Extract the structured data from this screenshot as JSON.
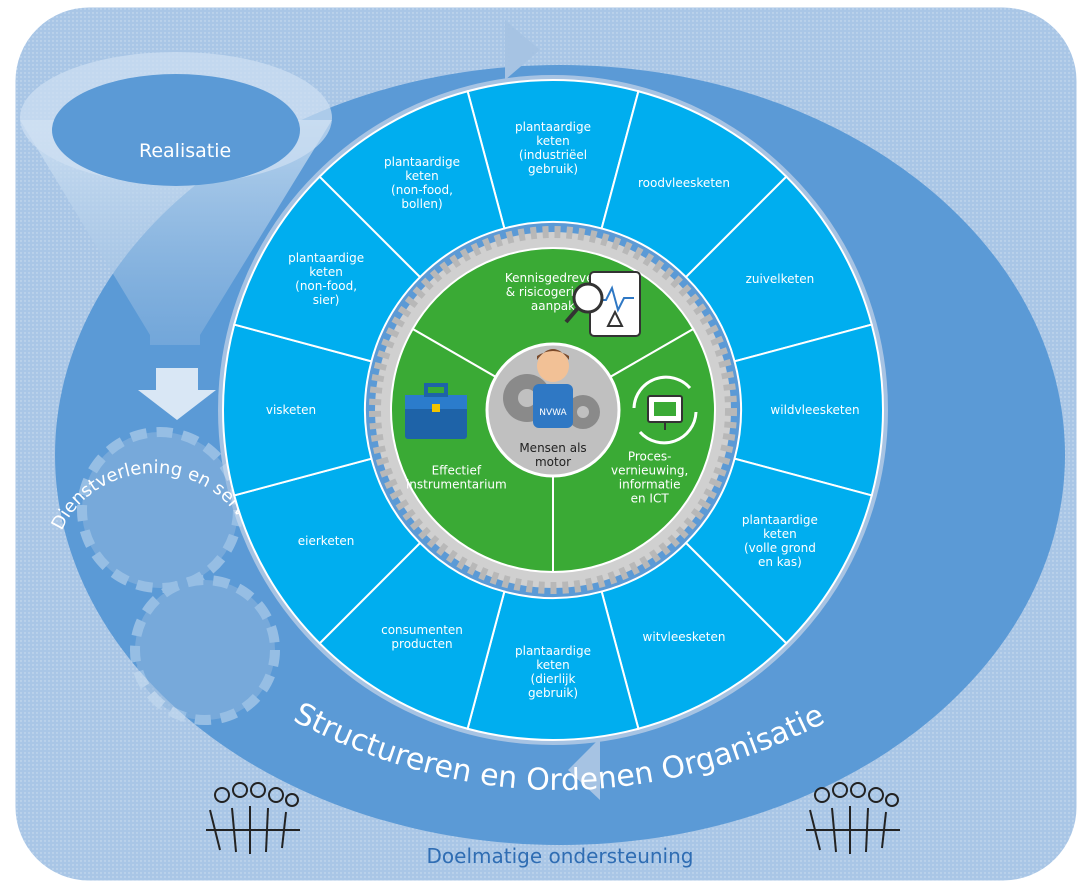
{
  "funnel": {
    "label": "Realisatie"
  },
  "services": {
    "label": "Dienstverlening en servicegerichtheid"
  },
  "structure": {
    "label": "Structureren en Ordenen Organisatie"
  },
  "support": {
    "label": "Doelmatige ondersteuning"
  },
  "center": {
    "line1": "Mensen als",
    "line2": "motor",
    "badge": "NVWA"
  },
  "inner_sectors": [
    {
      "lines": [
        "Kennisgedreven",
        "& risicogerichte",
        "aanpak"
      ]
    },
    {
      "lines": [
        "Effectief",
        "instrumentarium"
      ]
    },
    {
      "lines": [
        "Proces-",
        "vernieuwing,",
        "informatie",
        "en ICT"
      ]
    }
  ],
  "chains": [
    {
      "lines": [
        "plantaardige",
        "keten",
        "(industriëel",
        "gebruik)"
      ]
    },
    {
      "lines": [
        "roodvleesketen"
      ]
    },
    {
      "lines": [
        "zuivelketen"
      ]
    },
    {
      "lines": [
        "wildvleesketen"
      ]
    },
    {
      "lines": [
        "plantaardige",
        "keten",
        "(volle grond",
        "en kas)"
      ]
    },
    {
      "lines": [
        "witvleesketen"
      ]
    },
    {
      "lines": [
        "plantaardige",
        "keten",
        "(dierlijk",
        "gebruik)"
      ]
    },
    {
      "lines": [
        "consumenten",
        "producten"
      ]
    },
    {
      "lines": [
        "eierketen"
      ]
    },
    {
      "lines": [
        "visketen"
      ]
    },
    {
      "lines": [
        "plantaardige",
        "keten",
        "(non-food,",
        "sier)"
      ]
    },
    {
      "lines": [
        "plantaardige",
        "keten",
        "(non-food,",
        "bollen)"
      ]
    }
  ],
  "colors": {
    "outer_bg": "#8fb4dc",
    "ellipse": "#5b9ad6",
    "wheel": "#00aeef",
    "inner": "#3aaa35",
    "gear": "#c9c9c9"
  }
}
